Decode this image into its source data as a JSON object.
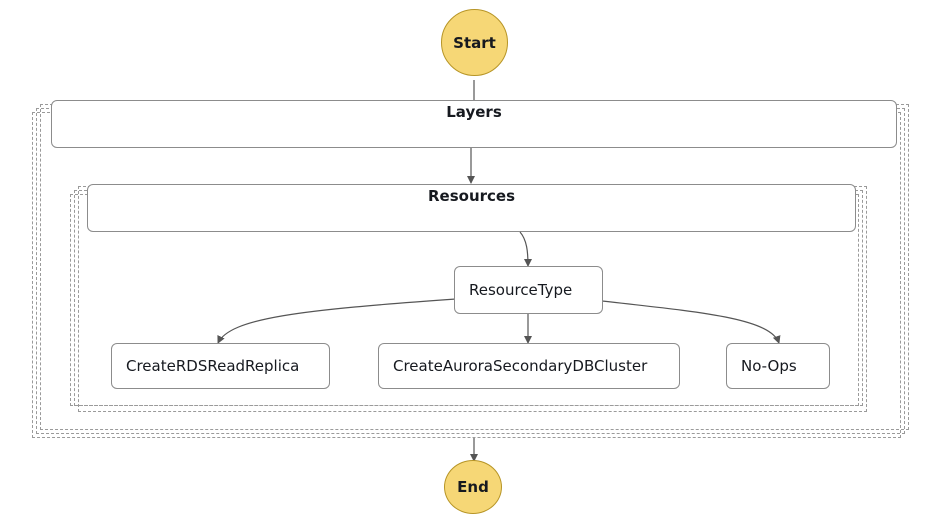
{
  "diagram": {
    "start": {
      "label": "Start"
    },
    "end": {
      "label": "End"
    },
    "layers": {
      "title": "Layers"
    },
    "resources": {
      "title": "Resources"
    },
    "choice": {
      "label": "ResourceType"
    },
    "branches": [
      {
        "label": "CreateRDSReadReplica"
      },
      {
        "label": "CreateAuroraSecondaryDBCluster"
      },
      {
        "label": "No-Ops"
      }
    ]
  },
  "colors": {
    "terminal_fill": "#f6d776",
    "border": "#8c8c8c",
    "edge": "#555555"
  }
}
